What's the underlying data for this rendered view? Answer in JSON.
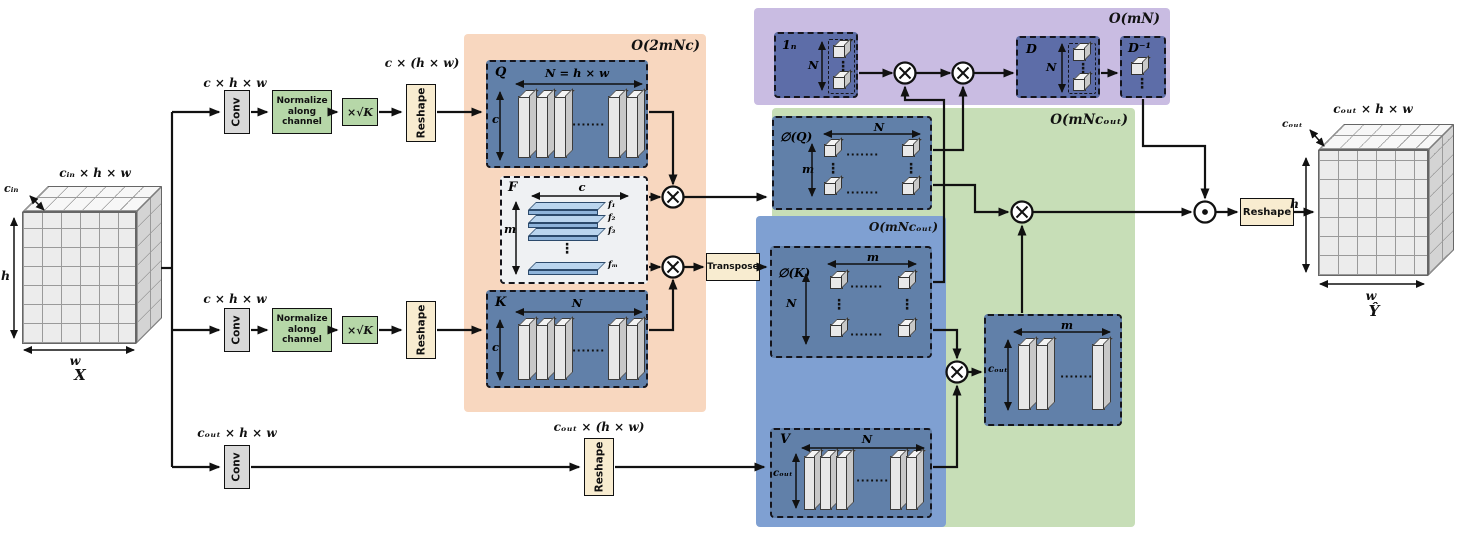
{
  "regions": {
    "orange": {
      "complexity": "O(2mNc)"
    },
    "purple": {
      "complexity": "O(mN)"
    },
    "green": {
      "complexity": "O(mNcₒᵤₜ)"
    },
    "blue": {
      "complexity": "O(mNcₒᵤₜ)"
    }
  },
  "input": {
    "dims": "cᵢₙ × h × w",
    "depth": "cᵢₙ",
    "height": "h",
    "width": "w",
    "name": "X"
  },
  "output": {
    "dims": "cₒᵤₜ × h × w",
    "depth": "cₒᵤₜ",
    "height": "h",
    "width": "w",
    "name": "Ŷ",
    "reshape_label": "Reshape"
  },
  "branch_top": {
    "dims": "c × h × w",
    "conv": "Conv",
    "normalize": "Normalize along channel",
    "scale": "×√K",
    "reshape": "Reshape",
    "out_dims": "c × (h × w)"
  },
  "branch_mid": {
    "dims": "c × h × w",
    "conv": "Conv",
    "normalize": "Normalize along channel",
    "scale": "×√K",
    "reshape": "Reshape"
  },
  "branch_bottom": {
    "dims": "cₒᵤₜ × h × w",
    "conv": "Conv",
    "reshape": "Reshape",
    "out_dims": "cₒᵤₜ × (h × w)"
  },
  "blocks": {
    "q": {
      "label": "Q",
      "width_dim": "N = h × w",
      "height_dim": "c"
    },
    "f": {
      "label": "F",
      "width_dim": "c",
      "height_dim": "m",
      "rows": [
        "f₁",
        "f₂",
        "f₃"
      ],
      "last_row": "fₘ"
    },
    "k": {
      "label": "K",
      "width_dim": "N",
      "height_dim": "c"
    },
    "phi_q": {
      "label": "∅(Q)",
      "width_dim": "N",
      "height_dim": "m"
    },
    "phi_k": {
      "label": "∅(K)",
      "width_dim": "m",
      "height_dim": "N"
    },
    "v": {
      "label": "V",
      "width_dim": "N",
      "height_dim": "cₒᵤₜ"
    },
    "kv": {
      "width_dim": "m",
      "height_dim": "cₒᵤₜ"
    },
    "ones": {
      "label": "1ₙ",
      "height_dim": "N"
    },
    "d": {
      "label": "D",
      "height_dim": "N"
    },
    "d_inv": {
      "label": "D⁻¹"
    }
  },
  "operators": {
    "transpose": "Transpose"
  },
  "dots": {
    "h": "·······",
    "v": "⋮"
  }
}
